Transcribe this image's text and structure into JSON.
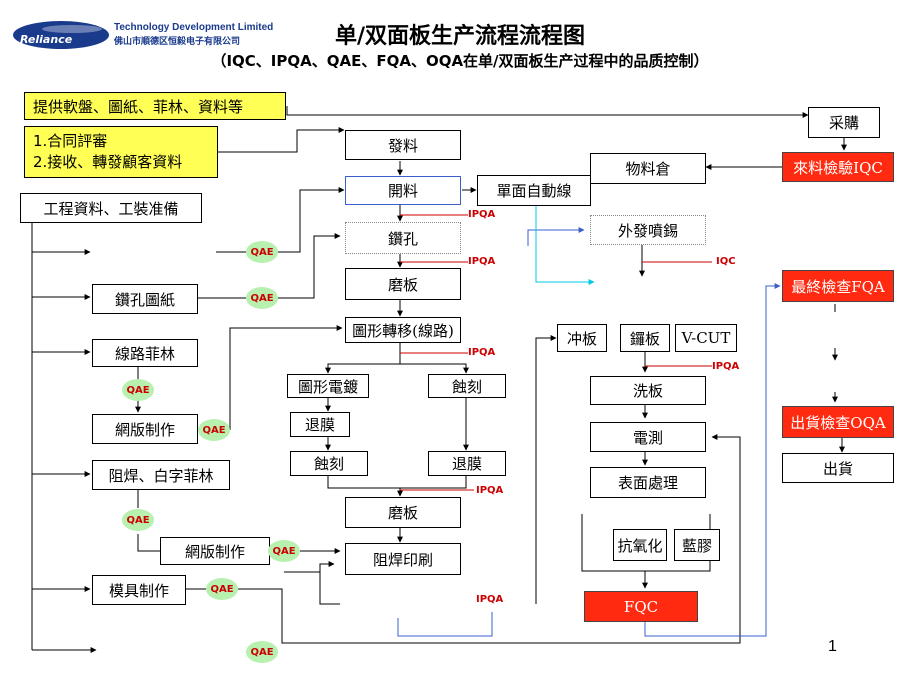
{
  "header": {
    "logo_text": "Reliance",
    "company_en": "Technology Development Limited",
    "company_cn": "佛山市順德区恒毅电子有限公司",
    "title": "单/双面板生产流程流程图",
    "subtitle": "（IQC、IPQA、QAE、FQA、OQA在单/双面板生产过程中的品质控制）"
  },
  "colors": {
    "red_box": "#ff2a10",
    "yellow_box": "#ffff55",
    "badge_bg": "#b8f0b0",
    "badge_text": "#cc0000",
    "blue_line": "#3a5fcd",
    "cyan_line": "#00c8e6",
    "red_line": "#cc0000"
  },
  "notes": {
    "supply": "提供軟盤、圖紙、菲林、資料等",
    "review_1": "1.合同評審",
    "review_2": "2.接收、轉發顧客資料"
  },
  "left_column": {
    "engineering": "工程資料、工裝准備",
    "drill_drawing": "鑽孔圖紙",
    "circuit_film": "線路菲林",
    "screen_making_1": "網版制作",
    "solder_mask_film": "阻焊、白字菲林",
    "screen_making_2": "網版制作",
    "mold_making": "模具制作"
  },
  "main_flow": {
    "issue_material": "發料",
    "cutting": "開料",
    "drilling": "鑽孔",
    "grinding_1": "磨板",
    "pattern_transfer": "圖形轉移(線路)",
    "pattern_plating": "圖形電鍍",
    "etching_1": "蝕刻",
    "stripping_1": "退膜",
    "etching_2": "蝕刻",
    "stripping_2": "退膜",
    "grinding_2": "磨板",
    "solder_mask_print": "阻焊印刷"
  },
  "single_side": {
    "auto_line": "單面自動線",
    "warehouse": "物料倉",
    "tin_spray": "外發噴錫"
  },
  "finishing": {
    "punch": "冲板",
    "gong": "鑼板",
    "vcut": "V-CUT",
    "wash": "洗板",
    "electrical_test": "電測",
    "surface_treatment": "表面處理",
    "anti_oxidation": "抗氧化",
    "blue_glue": "藍膠",
    "fqc": "FQC"
  },
  "right_column": {
    "purchasing": "采購",
    "incoming_iqc": "來料檢驗IQC",
    "final_fqa": "最終檢查FQA",
    "shipping_oqa": "出貨檢查OQA",
    "shipment": "出貨"
  },
  "labels": {
    "qae": "QAE",
    "ipqa": "IPQA",
    "iqc": "IQC"
  },
  "page_number": "1"
}
